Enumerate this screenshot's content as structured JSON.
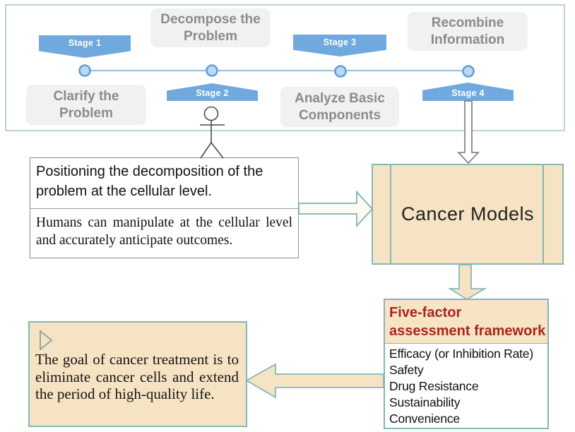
{
  "diagram": {
    "timeline": {
      "stage_labels": [
        "Stage 1",
        "Stage 2",
        "Stage 3",
        "Stage 4"
      ],
      "phase_labels": [
        "Clarify the Problem",
        "Decompose the Problem",
        "Analyze Basic Components",
        "Recombine Information"
      ]
    },
    "insight_box": {
      "top_text": "Positioning the decomposition of the problem at the cellular level.",
      "bottom_text": "Humans can manipulate at the cellular level and accurately anticipate outcomes."
    },
    "cancer_models_label": "Cancer Models",
    "framework": {
      "title_line1": "Five-factor",
      "title_line2": "assessment framework",
      "items": [
        "Efficacy (or Inhibition Rate)",
        "Safety",
        "Drug Resistance",
        "Sustainability",
        "Convenience"
      ]
    },
    "goal_text": "The goal of cancer treatment is to eliminate cancer cells and extend the period of high-quality life.",
    "colors": {
      "stage_banner_blue": "#6fa9dd",
      "timeline_blue": "#9dc3e6",
      "timeline_node_fill": "#bcd9f2",
      "phase_box_gray": "#f1f1f2",
      "phase_text_gray": "#8b8b8d",
      "tan_fill": "#f6e3c3",
      "teal_border": "#85b6b8",
      "framework_title_red": "#a8261f"
    }
  }
}
